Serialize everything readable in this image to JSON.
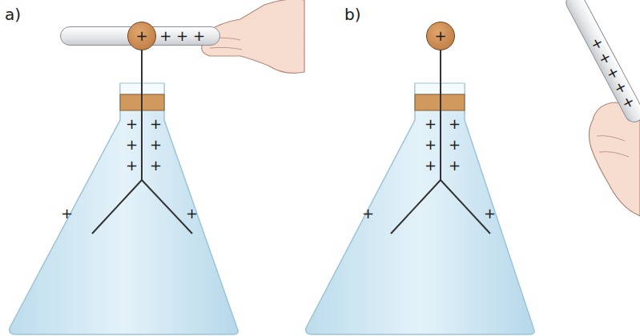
{
  "diagram": {
    "nodes": [
      {
        "text": [
          "+ + + +"
        ]
      },
      {
        "text": [
          "+"
        ]
      },
      {
        "text": [
          "+"
        ]
      },
      {
        "text": [
          "+ + + + +"
        ]
      }
    ],
    "labels": [
      "a)",
      "+",
      "+",
      "+",
      "+",
      "+",
      "+",
      "+",
      "+",
      "b)",
      "+",
      "+",
      "+",
      "+",
      "+",
      "+",
      "+",
      "+"
    ]
  }
}
